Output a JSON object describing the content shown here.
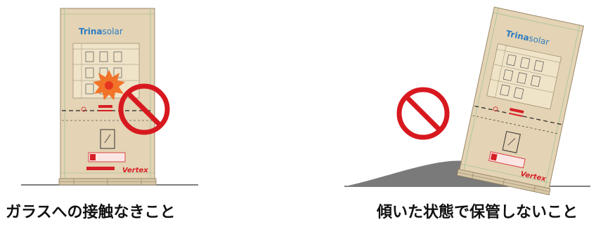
{
  "panels": [
    {
      "caption": "ガラスへの接触なきこと",
      "brand_primary": "Trina",
      "brand_secondary": "solar",
      "footer_brand": "Vertex",
      "prohibition_icon": "no-symbol-icon",
      "impact_icon": "impact-burst-icon"
    },
    {
      "caption": "傾いた状態で保管しないこと",
      "brand_primary": "Trina",
      "brand_secondary": "solar",
      "footer_brand": "Vertex",
      "prohibition_icon": "no-symbol-icon"
    }
  ],
  "colors": {
    "box": "#e4d3b4",
    "box_border": "#9a8a6c",
    "guide_line": "#8fbf8f",
    "brand_blue": "#2d7cc1",
    "brand_red": "#d61f26",
    "prohibition_red": "#d7191f",
    "impact_orange": "#f26a1b",
    "pallet": "#d7c7a6",
    "mound": "#7a7a7a",
    "ground": "#333333"
  }
}
